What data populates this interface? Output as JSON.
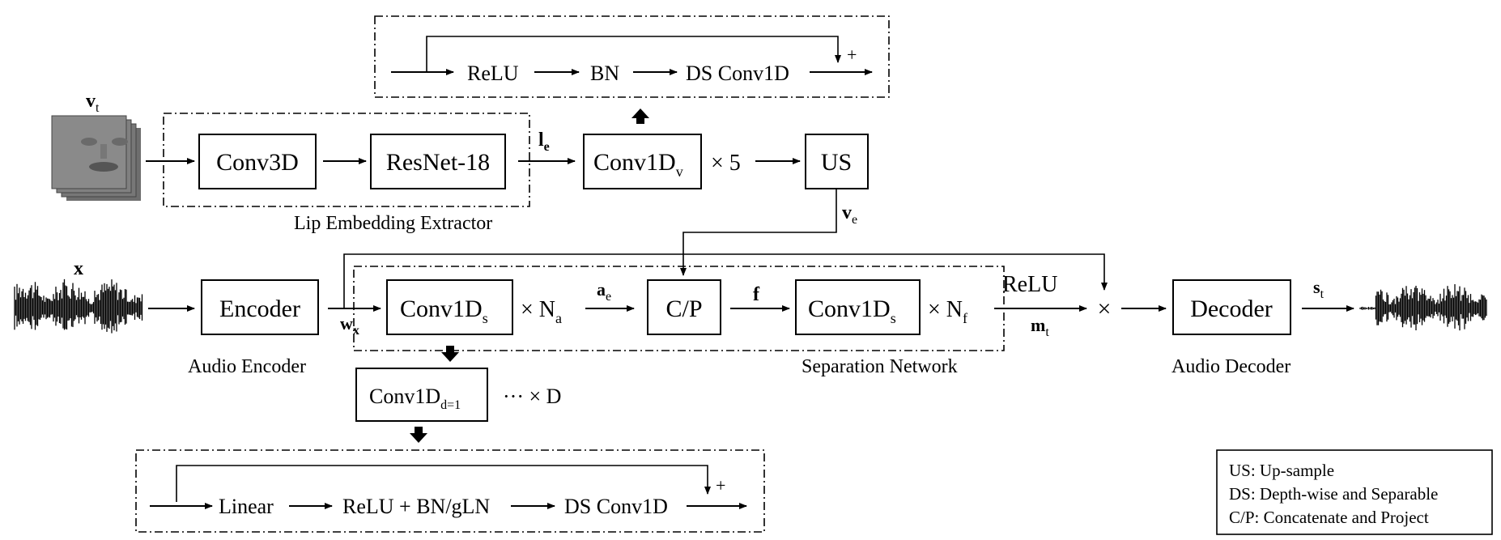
{
  "inputs": {
    "vt_base": "v",
    "vt_sub": "t",
    "x": "x"
  },
  "lip_extractor": {
    "conv3d": "Conv3D",
    "resnet": "ResNet-18",
    "label": "Lip Embedding Extractor",
    "le_base": "l",
    "le_sub": "e"
  },
  "visual_branch": {
    "conv1dv_base": "Conv1D",
    "conv1dv_sub": "v",
    "times5": "× 5",
    "us": "US",
    "ve_base": "v",
    "ve_sub": "e"
  },
  "ds_block_top": {
    "relu": "ReLU",
    "bn": "BN",
    "ds_conv": "DS Conv1D",
    "plus": "+"
  },
  "audio_encoder": {
    "encoder": "Encoder",
    "label": "Audio Encoder",
    "wx_base": "w",
    "wx_sub": "x"
  },
  "separation": {
    "conv1ds_a_base": "Conv1D",
    "conv1ds_a_sub": "s",
    "na_base": "× N",
    "na_sub": "a",
    "ae_base": "a",
    "ae_sub": "e",
    "cp": "C/P",
    "f": "f",
    "conv1ds_f_base": "Conv1D",
    "conv1ds_f_sub": "s",
    "nf_base": "× N",
    "nf_sub": "f",
    "label": "Separation Network",
    "relu": "ReLU",
    "mt_base": "m",
    "mt_sub": "t",
    "multiply": "×"
  },
  "audio_decoder": {
    "decoder": "Decoder",
    "label": "Audio Decoder",
    "st_base": "s",
    "st_sub": "t"
  },
  "dilated": {
    "conv_base": "Conv1D",
    "conv_sub": "d=1",
    "times_d": "··· × D"
  },
  "ds_block_bottom": {
    "linear": "Linear",
    "relu_bn": "ReLU + BN/gLN",
    "ds_conv": "DS Conv1D",
    "plus": "+"
  },
  "legend": [
    "US: Up-sample",
    "DS: Depth-wise and Separable",
    "C/P: Concatenate and Project"
  ]
}
